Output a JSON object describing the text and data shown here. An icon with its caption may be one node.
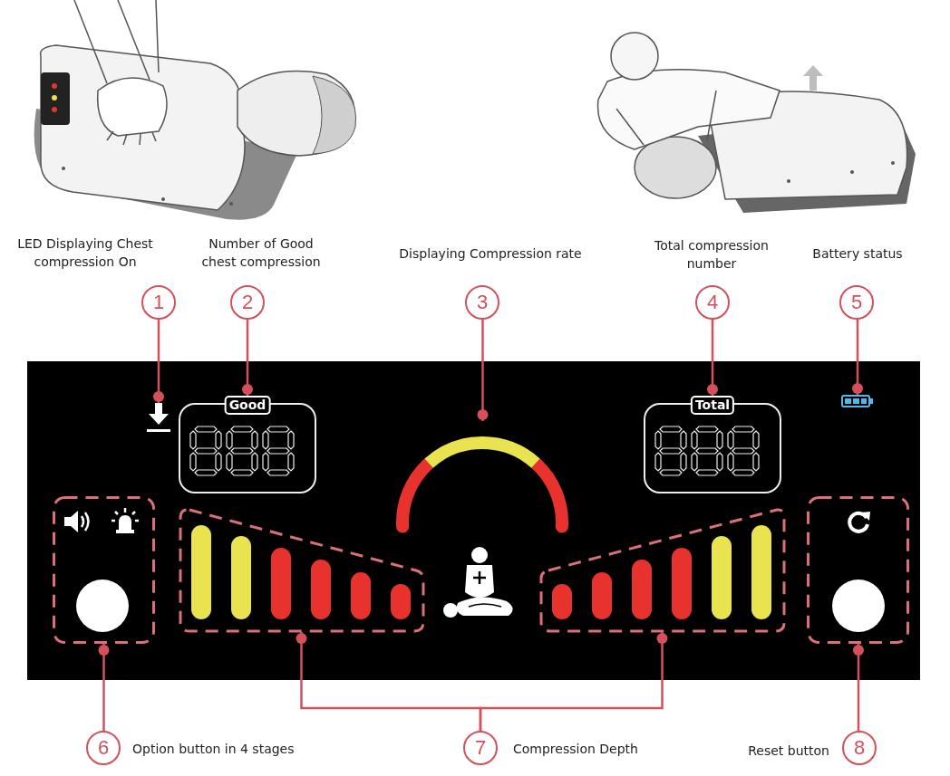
{
  "diagram": {
    "nodes": [
      {
        "text": [
          "1"
        ],
        "beside": [
          "LED Displaying Chest compression On"
        ]
      },
      {
        "text": [
          "2"
        ],
        "beside": [
          "Number of Good chest compression"
        ]
      },
      {
        "text": [
          "3"
        ],
        "beside": [
          "Displaying Compression rate"
        ]
      },
      {
        "text": [
          "4"
        ],
        "beside": [
          "Total compression number"
        ]
      },
      {
        "text": [
          "5"
        ],
        "beside": [
          "Battery status"
        ]
      },
      {
        "text": [],
        "shape": "box"
      },
      {
        "text": [],
        "shape": "picture",
        "in": 5
      },
      {
        "text": [
          "Good"
        ],
        "in": 5
      },
      {
        "text": [],
        "shape": "arc",
        "in": 5
      },
      {
        "text": [
          "Total"
        ],
        "in": 5
      },
      {
        "text": [],
        "shape": "picture",
        "in": 5
      },
      {
        "text": [],
        "shape": "box",
        "in": 5
      },
      {
        "text": [],
        "shape": "box",
        "in": 5
      },
      {
        "text": [],
        "shape": "box",
        "in": 5
      },
      {
        "text": [],
        "shape": "box",
        "in": 5
      },
      {
        "text": [
          "6"
        ],
        "beside": [
          "Option button in 4 stages"
        ]
      },
      {
        "text": [
          "7"
        ],
        "beside": [
          "Compression Depth"
        ]
      },
      {
        "text": [
          "8"
        ],
        "beside": [
          "Reset button"
        ]
      }
    ],
    "edges": [
      {
        "from": 0,
        "to": 6,
        "arrow": "other"
      },
      {
        "from": 1,
        "to": 7,
        "arrow": "other"
      },
      {
        "from": 2,
        "to": 8,
        "arrow": "other"
      },
      {
        "from": 3,
        "to": 9,
        "arrow": "other"
      },
      {
        "from": 4,
        "to": 10,
        "arrow": "other"
      },
      {
        "from": 15,
        "to": 11,
        "arrow": "other"
      },
      {
        "from": 16,
        "to": 12,
        "arrow": "other"
      },
      {
        "from": 16,
        "to": 13,
        "arrow": "other"
      },
      {
        "from": 17,
        "to": 14,
        "arrow": "other"
      }
    ]
  }
}
